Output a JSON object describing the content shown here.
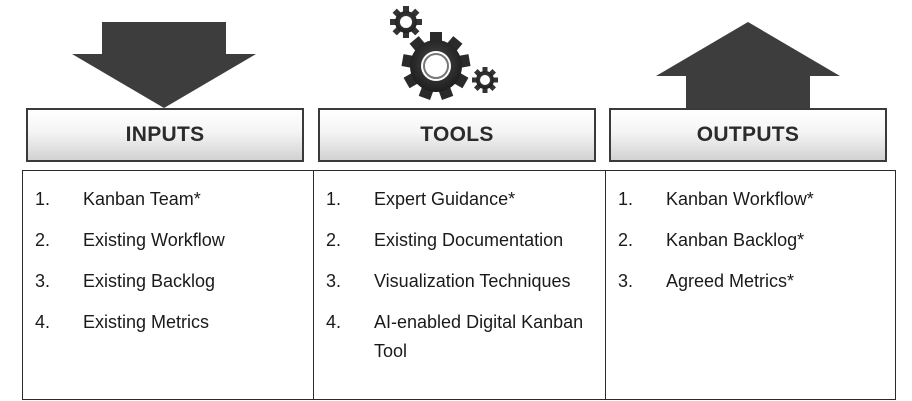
{
  "columns": [
    {
      "id": "inputs",
      "header": "INPUTS",
      "items": [
        {
          "num": "1.",
          "text": "Kanban Team*"
        },
        {
          "num": "2.",
          "text": "Existing Workflow"
        },
        {
          "num": "3.",
          "text": "Existing Backlog"
        },
        {
          "num": "4.",
          "text": "Existing Metrics"
        }
      ]
    },
    {
      "id": "tools",
      "header": "TOOLS",
      "items": [
        {
          "num": "1.",
          "text": "Expert Guidance*"
        },
        {
          "num": "2.",
          "text": "Existing Documentation"
        },
        {
          "num": "3.",
          "text": "Visualization Techniques"
        },
        {
          "num": "4.",
          "text": "AI-enabled Digital Kanban Tool"
        }
      ]
    },
    {
      "id": "outputs",
      "header": "OUTPUTS",
      "items": [
        {
          "num": "1.",
          "text": "Kanban Workflow*"
        },
        {
          "num": "2.",
          "text": "Kanban Backlog*"
        },
        {
          "num": "3.",
          "text": "Agreed Metrics*"
        }
      ]
    }
  ],
  "icons": {
    "inputs": "down-arrow-icon",
    "tools": "gears-icon",
    "outputs": "up-arrow-icon"
  },
  "colors": {
    "arrow": "#3d3d3d",
    "gear": "#2e2e2e",
    "border": "#2a2a2a"
  }
}
